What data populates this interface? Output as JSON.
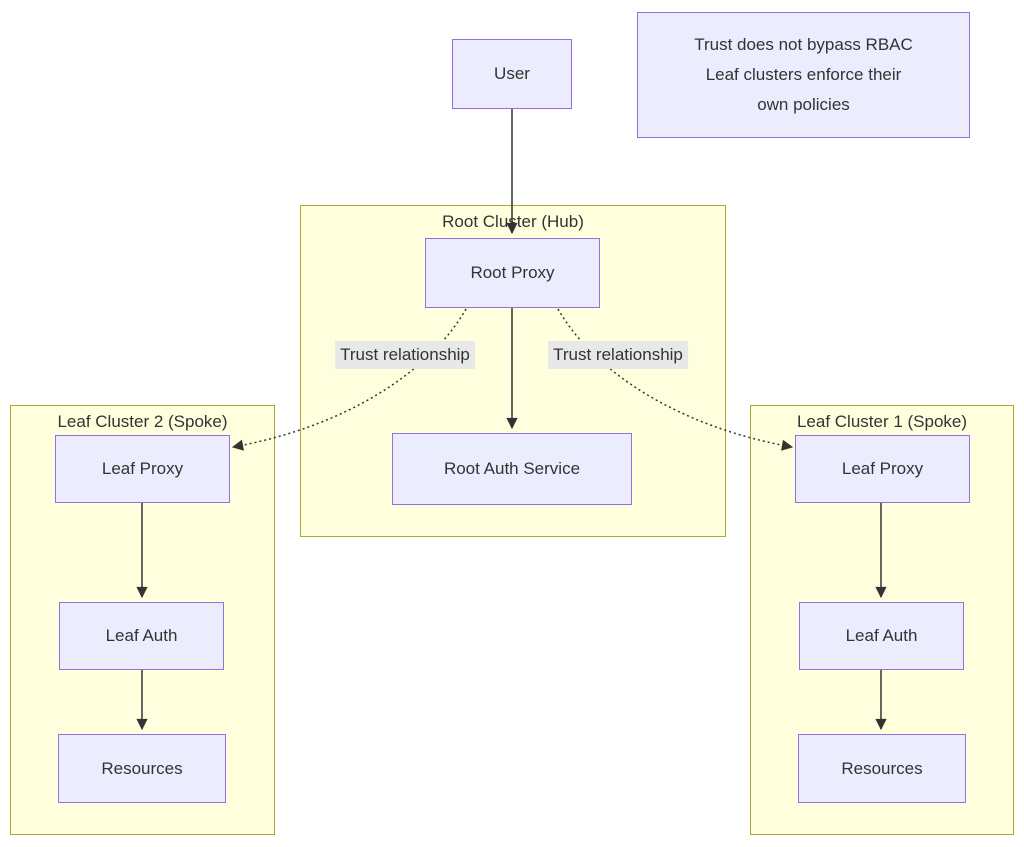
{
  "clusters": {
    "root": {
      "title": "Root Cluster (Hub)"
    },
    "leaf2": {
      "title": "Leaf Cluster 2 (Spoke)"
    },
    "leaf1": {
      "title": "Leaf Cluster 1 (Spoke)"
    }
  },
  "nodes": {
    "user": {
      "label": "User"
    },
    "root_proxy": {
      "label": "Root Proxy"
    },
    "root_auth": {
      "label": "Root Auth Service"
    },
    "leaf2_proxy": {
      "label": "Leaf Proxy"
    },
    "leaf2_auth": {
      "label": "Leaf Auth"
    },
    "leaf2_resources": {
      "label": "Resources"
    },
    "leaf1_proxy": {
      "label": "Leaf Proxy"
    },
    "leaf1_auth": {
      "label": "Leaf Auth"
    },
    "leaf1_resources": {
      "label": "Resources"
    }
  },
  "note": {
    "text": "Trust does not bypass RBAC\nLeaf clusters enforce their\nown policies"
  },
  "edge_labels": {
    "trust_left": "Trust relationship",
    "trust_right": "Trust relationship"
  },
  "colors": {
    "node_fill": "#ECECFF",
    "node_border": "#9370DB",
    "cluster_fill": "#FFFFDE",
    "cluster_border": "#AAAA33",
    "edge": "#333333",
    "edge_label_bg": "#E8E8E8",
    "text": "#333333",
    "background": "#FFFFFF"
  }
}
